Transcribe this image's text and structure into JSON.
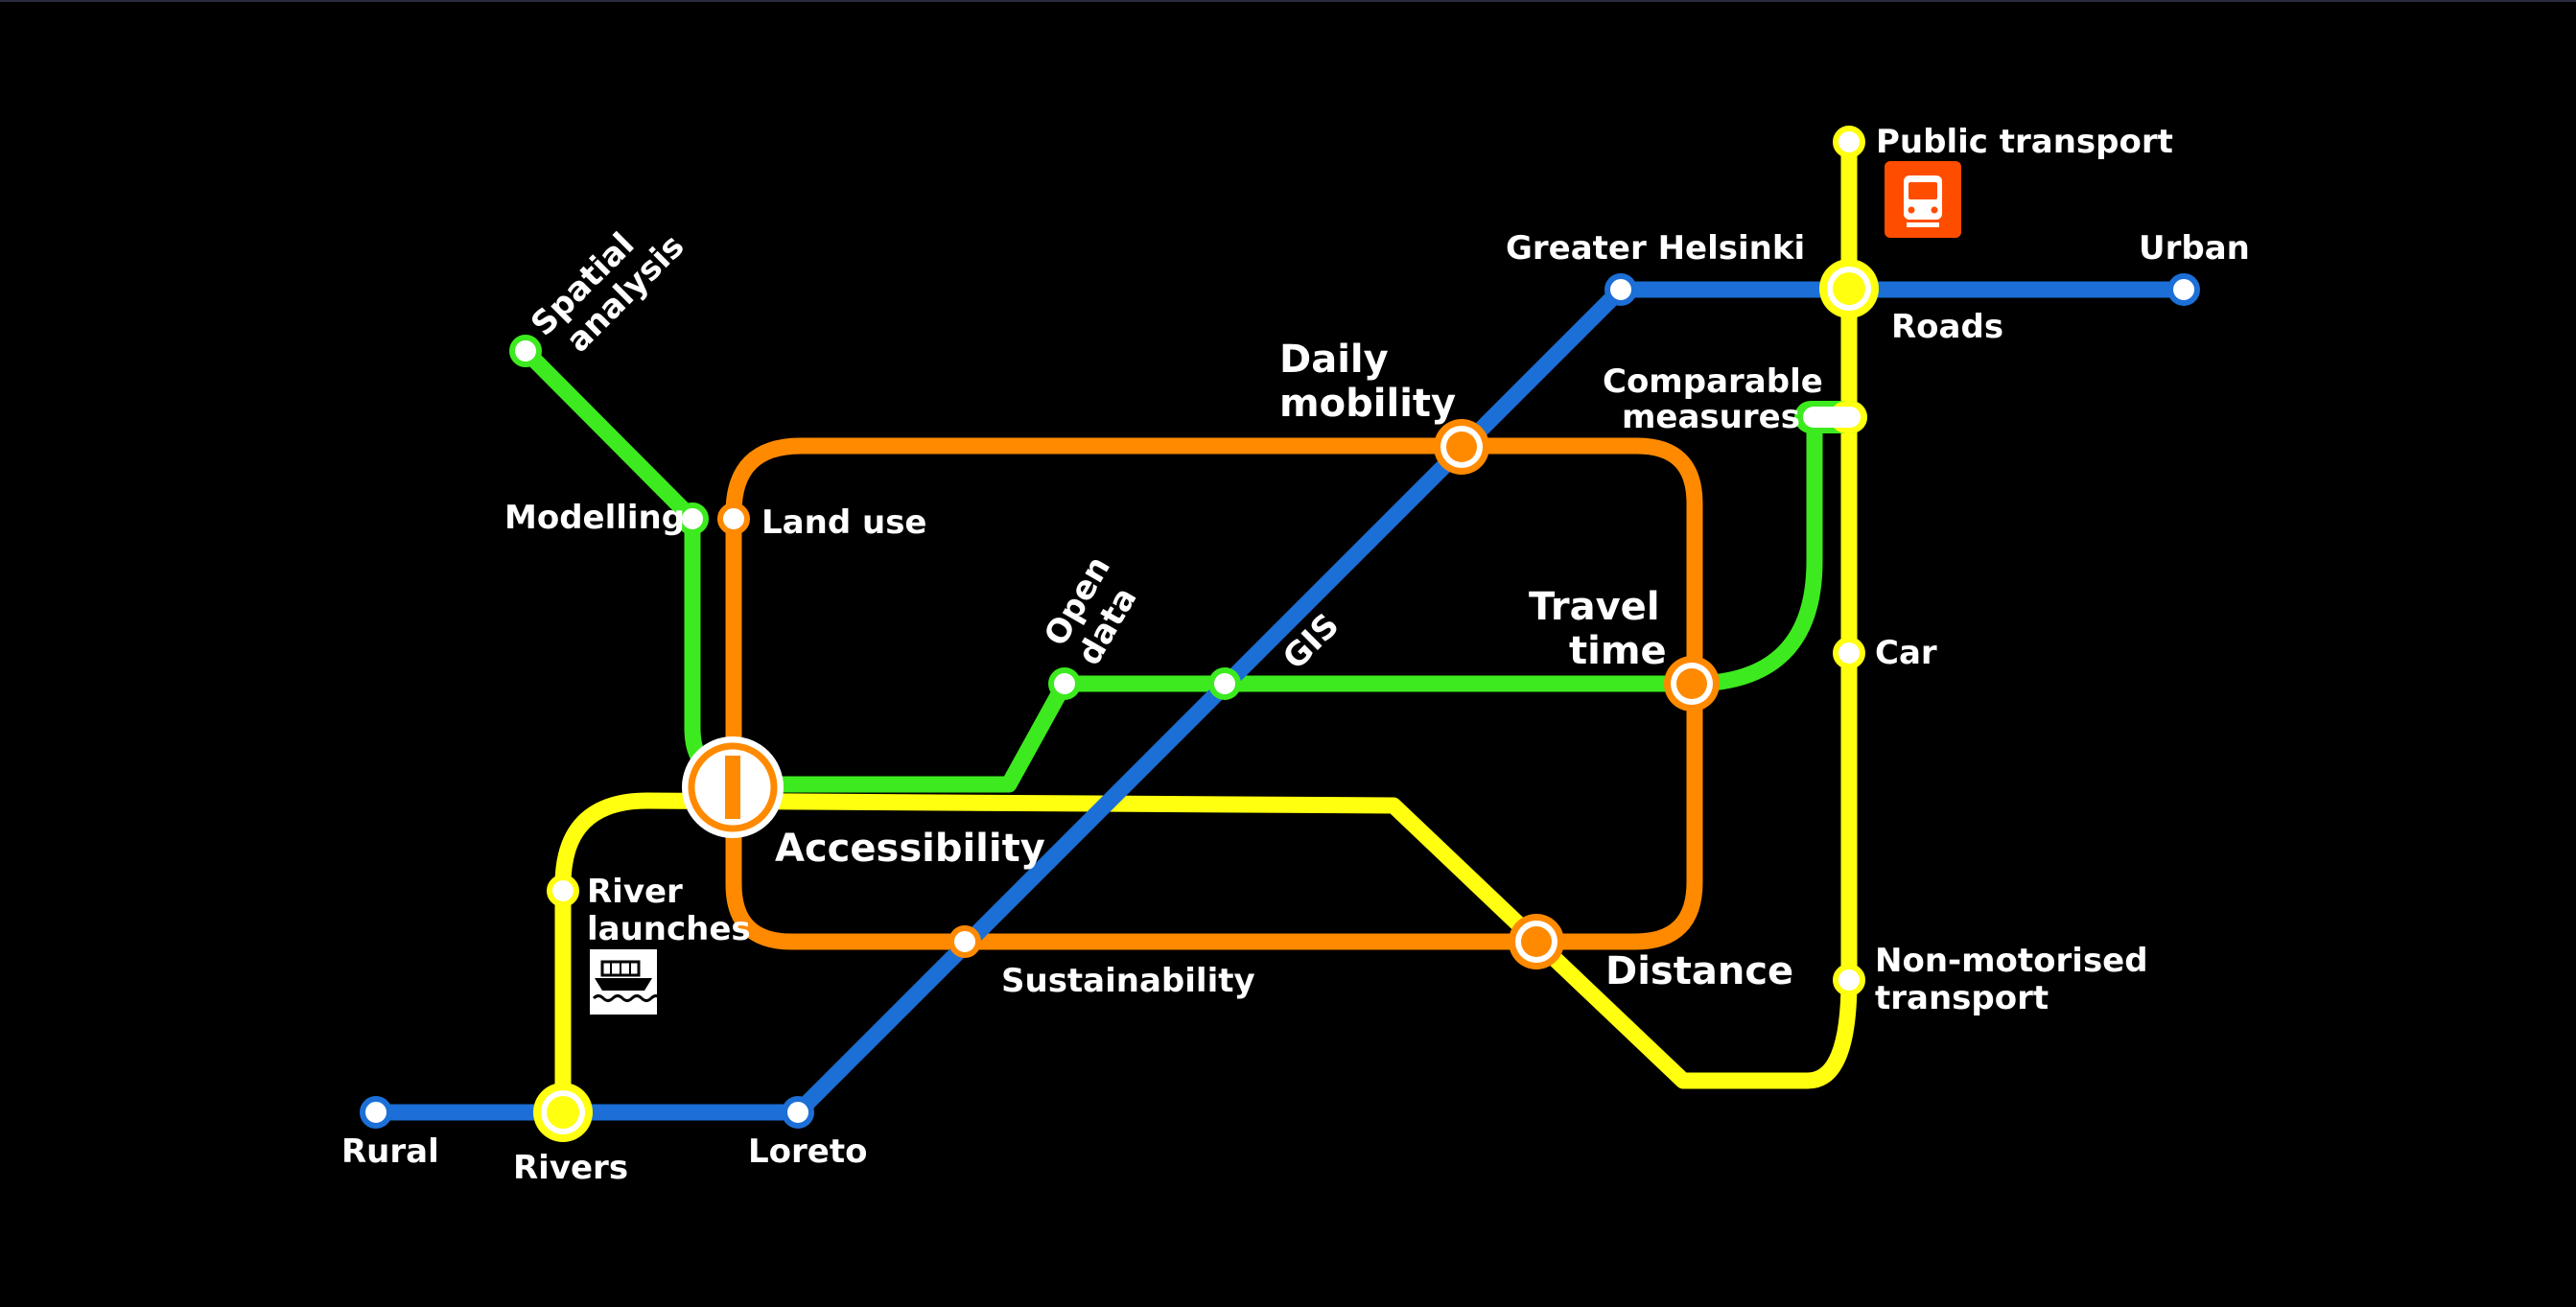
{
  "colors": {
    "background": "#000000",
    "blue": "#1c6fd6",
    "green": "#3dea1f",
    "orange": "#ff8a00",
    "yellow": "#ffff0f",
    "bus_icon_bg": "#ff4d00",
    "station_fill": "#ffffff"
  },
  "lines": [
    {
      "name": "",
      "color": "blue"
    },
    {
      "name": "",
      "color": "green"
    },
    {
      "name": "",
      "color": "orange"
    },
    {
      "name": "",
      "color": "yellow"
    }
  ],
  "icons": [
    "bus-icon",
    "boat-icon"
  ],
  "stations": {
    "public_transport": "Public transport",
    "greater_helsinki": "Greater Helsinki",
    "urban": "Urban",
    "roads": "Roads",
    "spatial": "Spatial",
    "analysis": "analysis",
    "daily": "Daily",
    "mobility": "mobility",
    "comparable": "Comparable",
    "measures": "measures",
    "modelling": "Modelling",
    "land_use": "Land use",
    "open": "Open",
    "data": "data",
    "gis": "GIS",
    "travel": "Travel",
    "time": "time",
    "car": "Car",
    "accessibility": "Accessibility",
    "river": "River",
    "launches": "launches",
    "sustainability": "Sustainability",
    "distance": "Distance",
    "non_motorised": "Non-motorised",
    "transport": "transport",
    "rural": "Rural",
    "rivers": "Rivers",
    "loreto": "Loreto"
  }
}
